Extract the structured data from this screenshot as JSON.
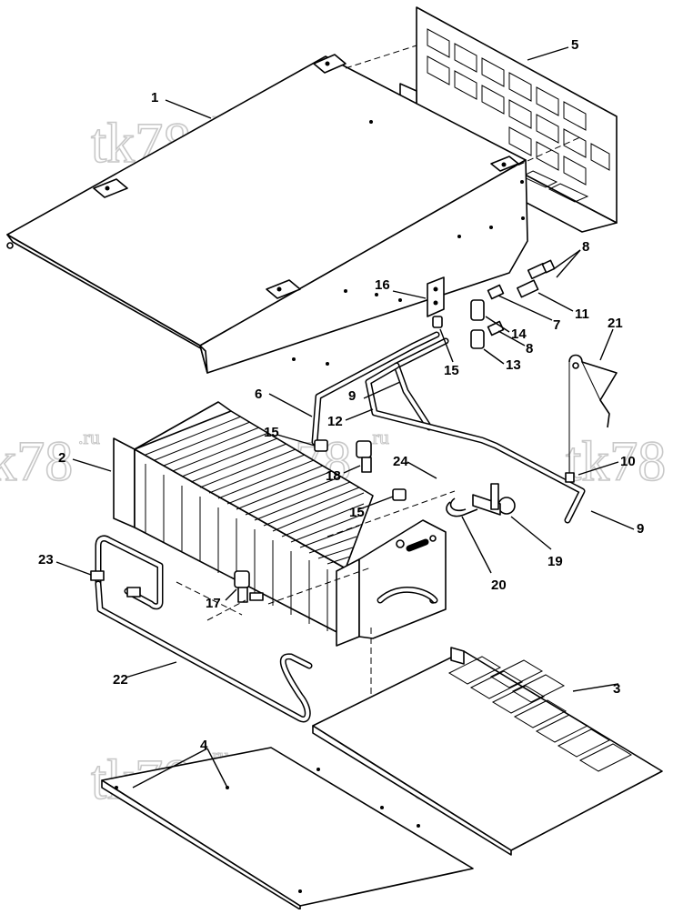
{
  "watermark": {
    "text": "tk78",
    "suffix": ".ru"
  },
  "callouts": [
    "1",
    "2",
    "3",
    "4",
    "5",
    "6",
    "7",
    "8",
    "8",
    "9",
    "9",
    "10",
    "11",
    "12",
    "13",
    "14",
    "15",
    "15",
    "15",
    "16",
    "17",
    "18",
    "19",
    "20",
    "21",
    "22",
    "23",
    "24"
  ]
}
